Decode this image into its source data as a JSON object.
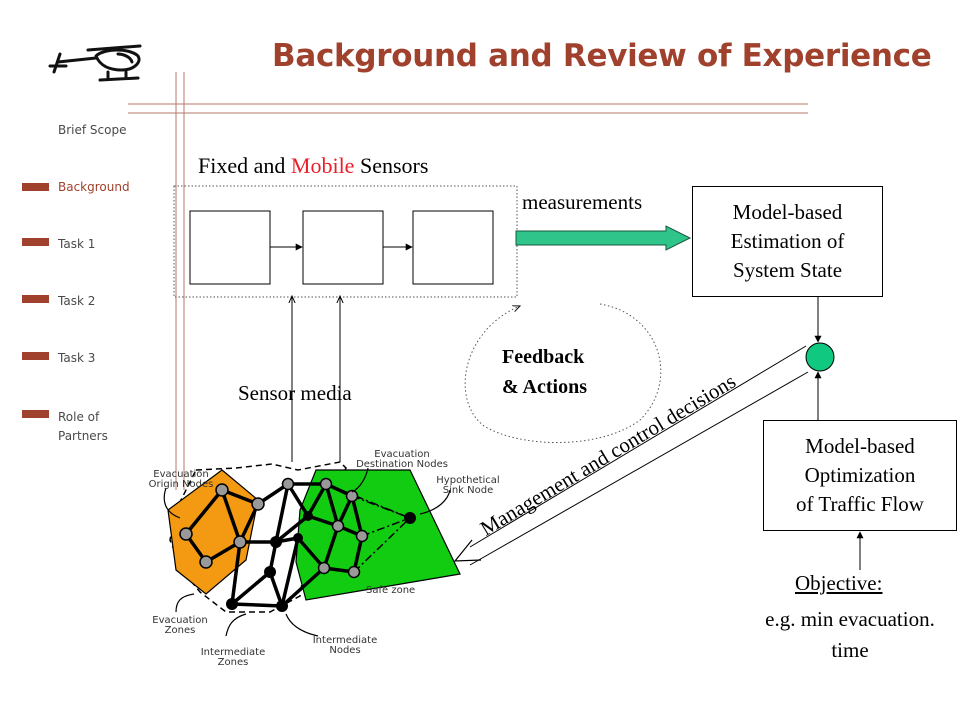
{
  "slide": {
    "title": "Background and Review of Experience"
  },
  "nav": {
    "items": [
      {
        "label": "Brief Scope",
        "active": false
      },
      {
        "label": "Background",
        "active": true
      },
      {
        "label": "Task 1",
        "active": false
      },
      {
        "label": "Task 2",
        "active": false
      },
      {
        "label": "Task 3",
        "active": false
      },
      {
        "label": "Role of Partners",
        "active": false
      }
    ]
  },
  "diagram": {
    "sensors_label_pre": "Fixed and ",
    "sensors_label_mobile": "Mobile",
    "sensors_label_post": " Sensors",
    "measurements": "measurements",
    "estimation_box": [
      "Model-based",
      "Estimation of",
      "System State"
    ],
    "optimization_box": [
      "Model-based",
      "Optimization",
      "of Traffic Flow"
    ],
    "objective_heading": "Objective:",
    "objective_lines": [
      "e.g. min evacuation.",
      "time"
    ],
    "feedback": [
      "Feedback",
      "& Actions"
    ],
    "sensor_media": "Sensor media",
    "management": "Management and control decisions",
    "network_labels": {
      "origin_nodes": [
        "Evacuation",
        "Origin Nodes"
      ],
      "destination_nodes": [
        "Evacuation",
        "Destination Nodes"
      ],
      "sink_node": [
        "Hypothetical",
        "Sink Node"
      ],
      "safe_zone": "Safe zone",
      "evacuation_zones": [
        "Evacuation",
        "Zones"
      ],
      "intermediate_zones": [
        "Intermediate",
        "Zones"
      ],
      "intermediate_nodes": [
        "Intermediate",
        "Nodes"
      ]
    },
    "colors": {
      "title": "#a0412d",
      "mobile": "#e8202a",
      "arrow_fill": "#2ec48a",
      "junction": "#10c880",
      "origin_zone": "#f49a12",
      "safe_zone": "#12cc12"
    }
  }
}
